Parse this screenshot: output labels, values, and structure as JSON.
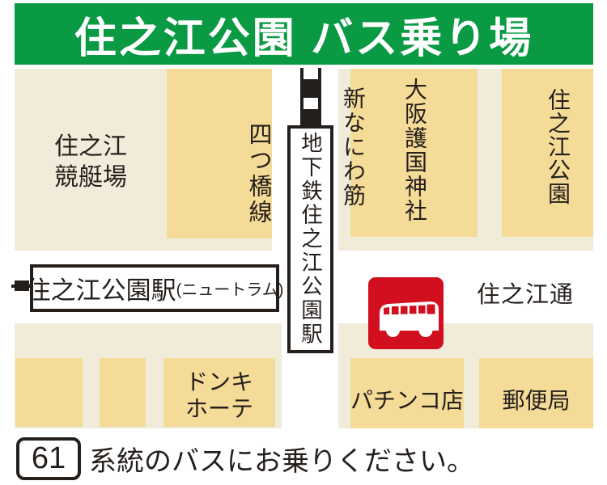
{
  "colors": {
    "header_green": "#0a9a44",
    "block_light": "#f1ebd9",
    "block_tan": "#f4db97",
    "bus_red": "#d20f1e",
    "ink": "#251f1c"
  },
  "header": {
    "title": "住之江公園 バス乗り場"
  },
  "map": {
    "labels": {
      "boat_race_line1": "住之江",
      "boat_race_line2": "競艇場",
      "yotsubashi_line": "四つ橋線",
      "subway_station": "地下鉄住之江公園駅",
      "shin_naniwa_suji": "新なにわ筋",
      "gokoku_shrine": "大阪護国神社",
      "suminoe_park": "住之江公園",
      "newtram_station_main": "住之江公園駅",
      "newtram_station_sub": "(ニュートラム)",
      "suminoe_dori": "住之江通",
      "donki_line1": "ドンキ",
      "donki_line2": "ホーテ",
      "pachinko": "パチンコ店",
      "post_office": "郵便局"
    },
    "icons": {
      "bus_icon": "bus-pictogram"
    }
  },
  "caption": {
    "route_number": "61",
    "text": "系統のバスにお乗りください。"
  }
}
